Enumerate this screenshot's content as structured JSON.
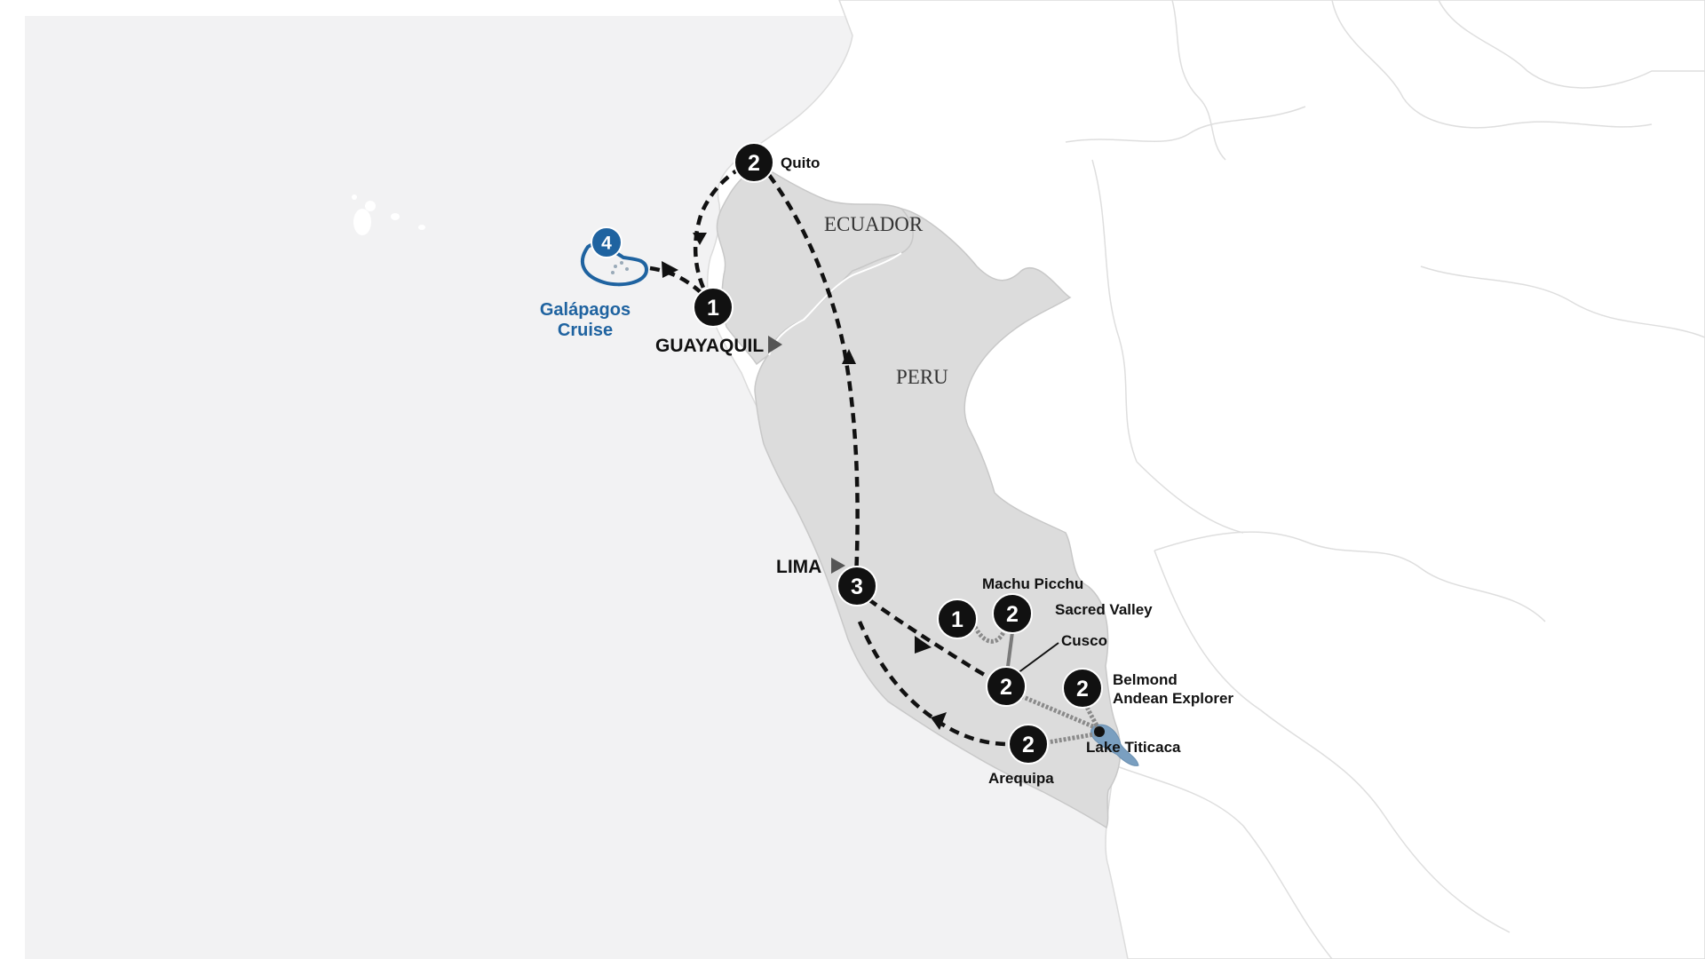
{
  "countries": {
    "ecuador": "ECUADOR",
    "peru": "PERU"
  },
  "gateways": {
    "guayaquil": "GUAYAQUIL",
    "lima": "LIMA"
  },
  "stops": {
    "quito": {
      "name": "Quito",
      "nights": "2"
    },
    "guayaquil": {
      "nights": "1"
    },
    "galapagos": {
      "name_line1": "Galápagos",
      "name_line2": "Cruise",
      "nights": "4"
    },
    "lima": {
      "nights": "3"
    },
    "machu_picchu": {
      "name": "Machu Picchu",
      "nights": "1"
    },
    "sacred_valley": {
      "name": "Sacred Valley",
      "nights": "2"
    },
    "cusco": {
      "name": "Cusco",
      "nights": "2"
    },
    "andean_explorer": {
      "name_line1": "Belmond",
      "name_line2": "Andean Explorer",
      "nights": "2"
    },
    "lake_titicaca": {
      "name": "Lake Titicaca"
    },
    "arequipa": {
      "name": "Arequipa",
      "nights": "2"
    }
  },
  "colors": {
    "ocean": "#f2f2f3",
    "land_outside": "#ffffff",
    "land_highlight": "#dcdcdc",
    "border": "#d0d0d0",
    "stop_marker": "#111111",
    "cruise_accent": "#1f63a0",
    "lake": "#7a9fc0",
    "route": "#111111",
    "rail_route": "#8a8a8a",
    "gateway_arrow": "#555555"
  }
}
